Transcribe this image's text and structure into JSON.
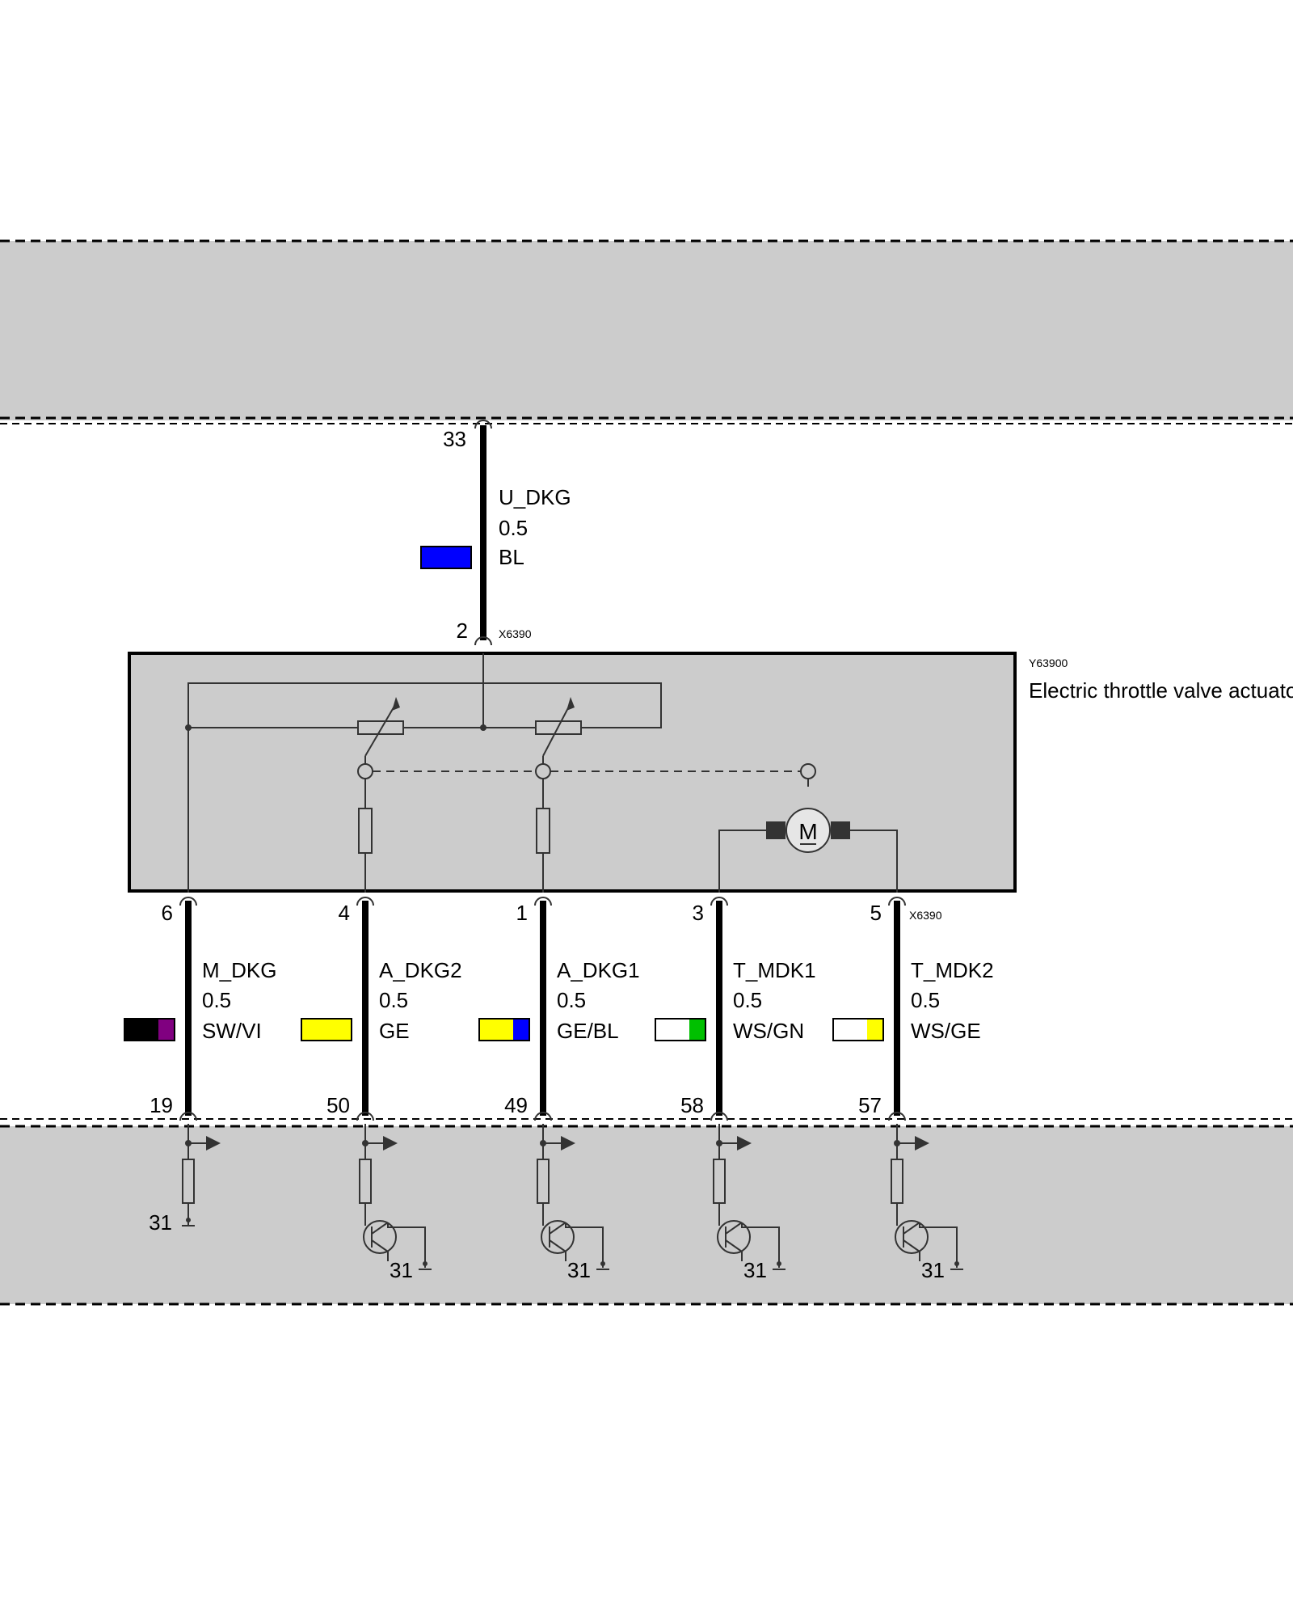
{
  "top_wire": {
    "pin_top": "33",
    "pin_bottom": "2",
    "signal": "U_DKG",
    "gauge": "0.5",
    "color_code": "BL",
    "colors": [
      "#0000ff"
    ]
  },
  "connector_top_label": "X6390",
  "connector_bottom_label": "X6390",
  "component": {
    "id": "Y63900",
    "name": "Electric throttle valve actuator",
    "fill": "#cccccc",
    "motor_symbol": "M"
  },
  "bottom_wires": [
    {
      "pin_top": "6",
      "pin_bottom": "19",
      "signal": "M_DKG",
      "gauge": "0.5",
      "color_code": "SW/VI",
      "colors": [
        "#000000",
        "#800080"
      ],
      "ground": "31"
    },
    {
      "pin_top": "4",
      "pin_bottom": "50",
      "signal": "A_DKG2",
      "gauge": "0.5",
      "color_code": "GE",
      "colors": [
        "#ffff00",
        "#ffff00"
      ],
      "ground": "31"
    },
    {
      "pin_top": "1",
      "pin_bottom": "49",
      "signal": "A_DKG1",
      "gauge": "0.5",
      "color_code": "GE/BL",
      "colors": [
        "#ffff00",
        "#0000ff"
      ],
      "ground": "31"
    },
    {
      "pin_top": "3",
      "pin_bottom": "58",
      "signal": "T_MDK1",
      "gauge": "0.5",
      "color_code": "WS/GN",
      "colors": [
        "#ffffff",
        "#00c000"
      ],
      "ground": "31"
    },
    {
      "pin_top": "5",
      "pin_bottom": "57",
      "signal": "T_MDK2",
      "gauge": "0.5",
      "color_code": "WS/GE",
      "colors": [
        "#ffffff",
        "#ffff00"
      ],
      "ground": "31"
    }
  ],
  "panel_fill": "#cccccc"
}
